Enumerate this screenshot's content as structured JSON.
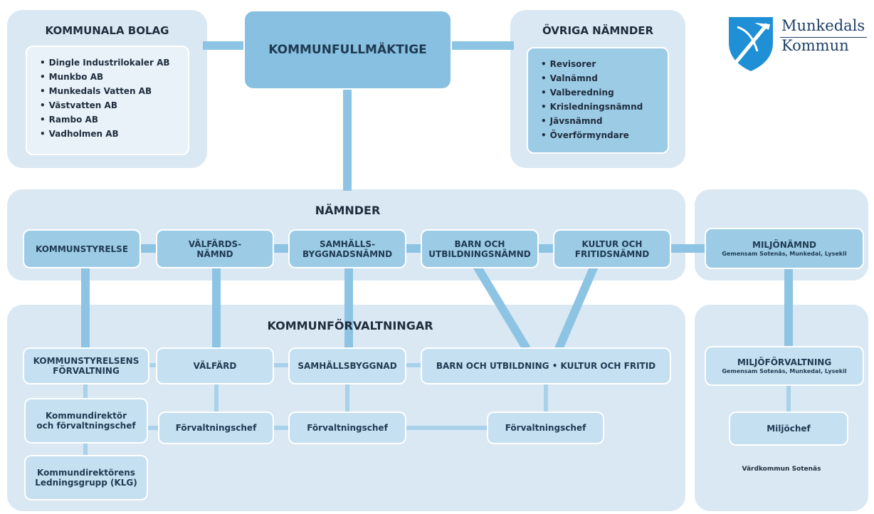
{
  "kommunala_bolag": {
    "title": "KOMMUNALA BOLAG",
    "items": [
      "Dingle Industrilokaler AB",
      "Munkbo AB",
      "Munkedals Vatten AB",
      "Västvatten AB",
      "Rambo AB",
      "Vadholmen AB"
    ]
  },
  "kommunfullmaktige": "KOMMUNFULLMÄKTIGE",
  "ovriga_namnder": {
    "title": "ÖVRIGA NÄMNDER",
    "items": [
      "Revisorer",
      "Valnämnd",
      "Valberedning",
      "Krisledningsnämnd",
      "Jävsnämnd",
      "Överförmyndare"
    ]
  },
  "logo": {
    "line1": "Munkedals",
    "line2": "Kommun"
  },
  "namnder": {
    "title": "NÄMNDER",
    "kommunstyrelse": "KOMMUNSTYRELSE",
    "valfard_1": "VÄLFÄRDS-",
    "valfard_2": "NÄMND",
    "samhall_1": "SAMHÄLLS-",
    "samhall_2": "BYGGNADSNÄMND",
    "barn_1": "BARN OCH",
    "barn_2": "UTBILDNINGSNÄMND",
    "kultur_1": "KULTUR OCH",
    "kultur_2": "FRITIDSNÄMND"
  },
  "miljonamnd": {
    "title": "MILJÖNÄMND",
    "sub": "Gemensam Sotenäs, Munkedal, Lysekil"
  },
  "forvaltningar": {
    "title": "KOMMUNFÖRVALTNINGAR",
    "ks_forv_1": "KOMMUNSTYRELSENS",
    "ks_forv_2": "FÖRVALTNING",
    "valfard": "VÄLFÄRD",
    "samhallsbyggnad": "SAMHÄLLSBYGGNAD",
    "barn_kultur": "BARN OCH UTBILDNING • KULTUR OCH FRITID",
    "direktor_1": "Kommundirektör",
    "direktor_2": "och förvaltningschef",
    "klg_1": "Kommundirektörens",
    "klg_2": "Ledningsgrupp (KLG)",
    "chef_valfard": "Förvaltningschef",
    "chef_samhall": "Förvaltningschef",
    "chef_barn": "Förvaltningschef"
  },
  "miljoforvaltning": {
    "title": "MILJÖFÖRVALTNING",
    "sub": "Gemensam Sotenäs, Munkedal, Lysekil",
    "chef": "Miljöchef",
    "vardkommun": "Värdkommun Sotenäs"
  },
  "colors": {
    "panel": "#d9e8f3",
    "box": "#9ccbe6",
    "connector": "#8ec4e3",
    "shield": "#1f8fd6"
  }
}
